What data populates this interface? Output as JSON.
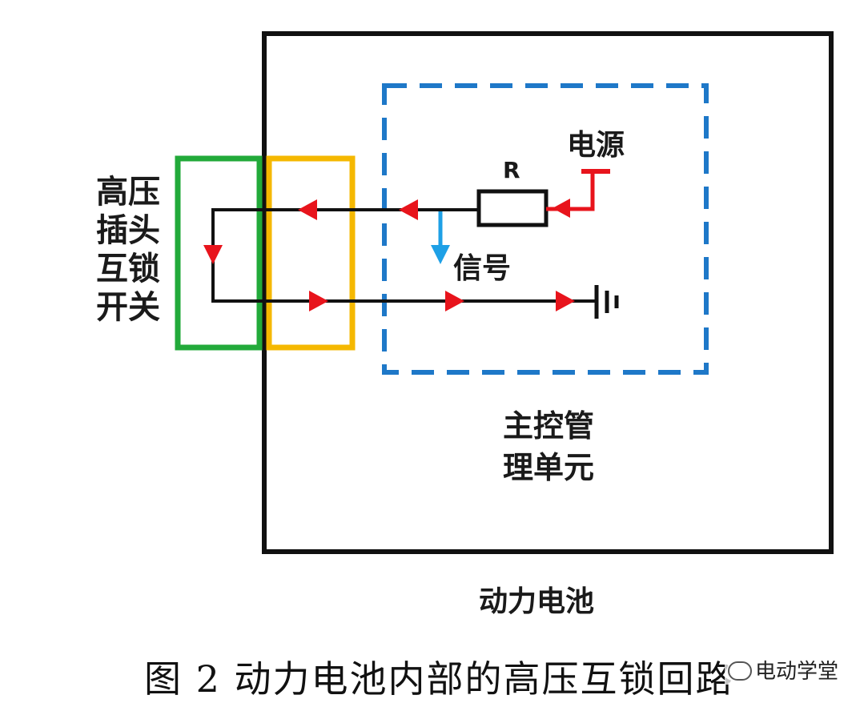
{
  "diagram": {
    "labels": {
      "hv_plug_switch": [
        "高压",
        "插头",
        "互锁",
        "开关"
      ],
      "power_source": "电源",
      "resistor": "R",
      "signal": "信号",
      "main_control_unit": [
        "主控管",
        "理单元"
      ],
      "power_battery": "动力电池"
    },
    "colors": {
      "battery_border": "#111111",
      "wire": "#111111",
      "plug_box": "#22aa3a",
      "connector_box": "#f5b800",
      "control_unit_border": "#1e78c8",
      "current_arrow": "#e8141c",
      "signal_arrow": "#1ea0e6"
    }
  },
  "caption": "图 2  动力电池内部的高压互锁回路",
  "watermark": "电动学堂"
}
